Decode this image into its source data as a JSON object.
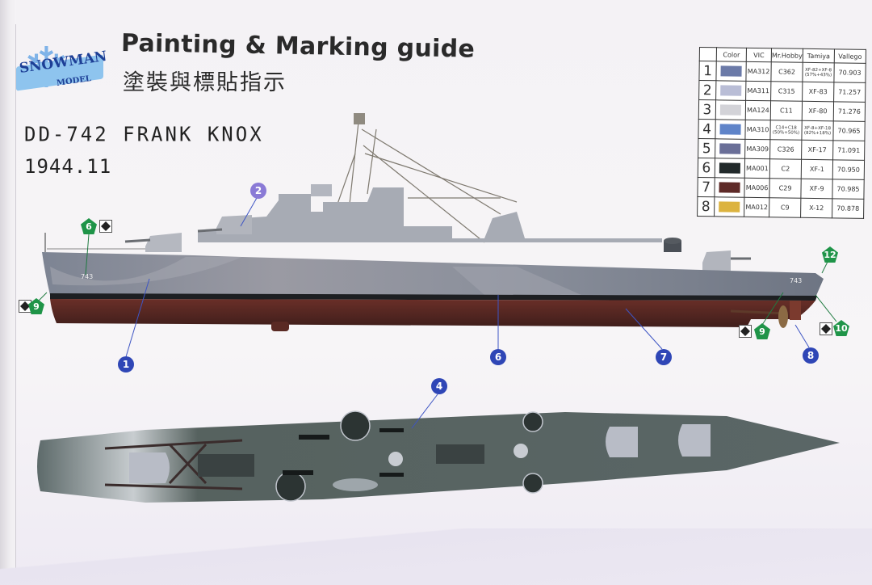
{
  "header": {
    "brand_line1": "SNOWMAN",
    "brand_line2": "MODEL",
    "title_en": "Painting & Marking guide",
    "title_cn": "塗裝與標貼指示"
  },
  "ship": {
    "name": "DD-742 FRANK KNOX",
    "date": "1944.11",
    "hull_number": "743"
  },
  "paint_table": {
    "headers": [
      "",
      "Color",
      "VIC",
      "Mr.Hobby",
      "Tamiya",
      "Vallego"
    ],
    "rows": [
      {
        "no": "1",
        "color": "#6b7aa8",
        "vic": "MA312",
        "mrhobby": "C362",
        "tamiya": "XF-82+XF-8 (57%+43%)",
        "vallego": "70.903"
      },
      {
        "no": "2",
        "color": "#b9bdd6",
        "vic": "MA311",
        "mrhobby": "C315",
        "tamiya": "XF-83",
        "vallego": "71.257"
      },
      {
        "no": "3",
        "color": "#d3d3d8",
        "vic": "MA124",
        "mrhobby": "C11",
        "tamiya": "XF-80",
        "vallego": "71.276"
      },
      {
        "no": "4",
        "color": "#5f84c9",
        "vic": "MA310",
        "mrhobby": "C14+C18 (50%+50%)",
        "tamiya": "XF-8+XF-18 (82%+18%)",
        "vallego": "70.965"
      },
      {
        "no": "5",
        "color": "#6a6f98",
        "vic": "MA309",
        "mrhobby": "C326",
        "tamiya": "XF-17",
        "vallego": "71.091"
      },
      {
        "no": "6",
        "color": "#222a2b",
        "vic": "MA001",
        "mrhobby": "C2",
        "tamiya": "XF-1",
        "vallego": "70.950"
      },
      {
        "no": "7",
        "color": "#5e2a28",
        "vic": "MA006",
        "mrhobby": "C29",
        "tamiya": "XF-9",
        "vallego": "70.985"
      },
      {
        "no": "8",
        "color": "#dcb33f",
        "vic": "MA012",
        "mrhobby": "C9",
        "tamiya": "X-12",
        "vallego": "70.878"
      }
    ]
  },
  "callouts": {
    "paint": [
      {
        "label": "1",
        "style": "blue"
      },
      {
        "label": "2",
        "style": "purple"
      },
      {
        "label": "4",
        "style": "blue"
      },
      {
        "label": "6",
        "style": "blue"
      },
      {
        "label": "7",
        "style": "blue"
      },
      {
        "label": "8",
        "style": "blue"
      }
    ],
    "decals": [
      {
        "label": "6"
      },
      {
        "label": "9"
      },
      {
        "label": "9"
      },
      {
        "label": "10"
      },
      {
        "label": "12"
      }
    ]
  },
  "colors": {
    "hull_upper": "#8c93a3",
    "boot_top": "#1d1f22",
    "hull_lower": "#5a2a24",
    "deck": "#4d5b5b",
    "decal_green": "#1f9448",
    "callout_blue": "#2f46b6"
  }
}
